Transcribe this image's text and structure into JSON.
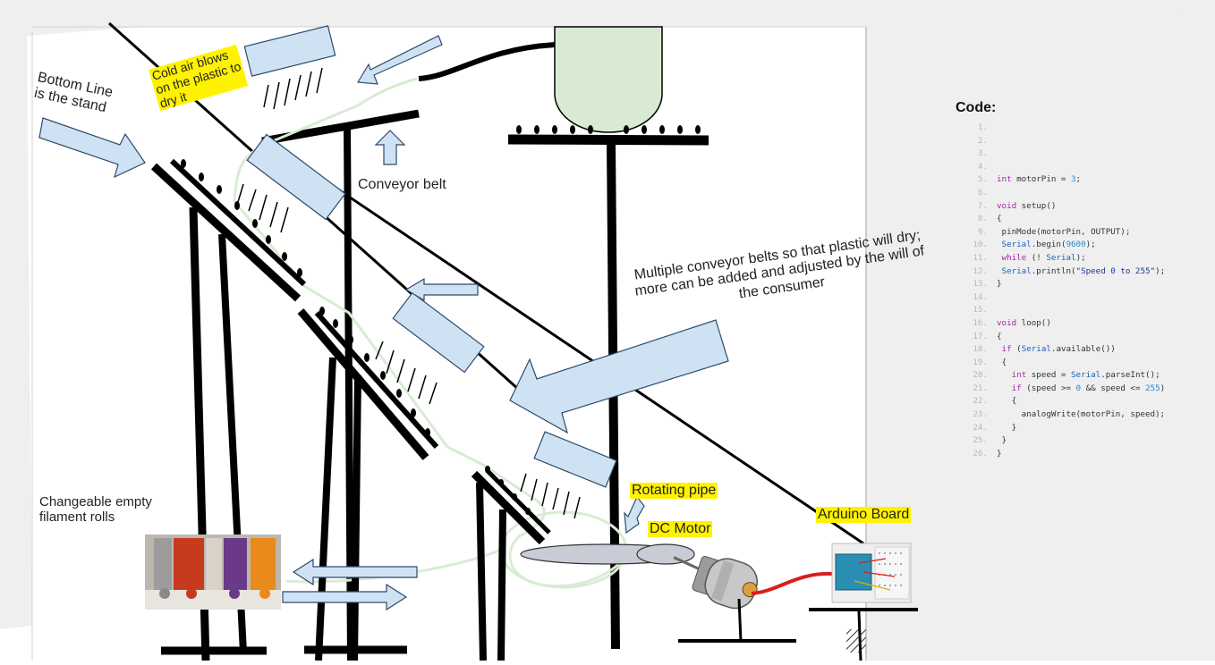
{
  "labels": {
    "bottom_line": "Bottom Line\nis the stand",
    "cold_air": "Cold air blows\non the plastic to\ndry it",
    "conveyor_belt": "Conveyor belt",
    "multiple_belts": "Multiple conveyor belts so that plastic will dry;\nmore can be added and adjusted by the will of\nthe consumer",
    "rotating_pipe": "Rotating pipe",
    "dc_motor": "DC Motor",
    "arduino_board": "Arduino Board",
    "filament_rolls": "Changeable empty\nfilament rolls"
  },
  "code": {
    "title": "Code:",
    "lines": [
      {
        "n": "1.",
        "t": ""
      },
      {
        "n": "2.",
        "t": ""
      },
      {
        "n": "3.",
        "t": ""
      },
      {
        "n": "4.",
        "t": ""
      },
      {
        "n": "5.",
        "t": "int motorPin = 3;"
      },
      {
        "n": "6.",
        "t": ""
      },
      {
        "n": "7.",
        "t": "void setup()"
      },
      {
        "n": "8.",
        "t": "{"
      },
      {
        "n": "9.",
        "t": " pinMode(motorPin, OUTPUT);"
      },
      {
        "n": "10.",
        "t": " Serial.begin(9600);"
      },
      {
        "n": "11.",
        "t": " while (! Serial);"
      },
      {
        "n": "12.",
        "t": " Serial.println(\"Speed 0 to 255\");"
      },
      {
        "n": "13.",
        "t": "}"
      },
      {
        "n": "14.",
        "t": ""
      },
      {
        "n": "15.",
        "t": ""
      },
      {
        "n": "16.",
        "t": "void loop()"
      },
      {
        "n": "17.",
        "t": "{"
      },
      {
        "n": "18.",
        "t": " if (Serial.available())"
      },
      {
        "n": "19.",
        "t": " {"
      },
      {
        "n": "20.",
        "t": "   int speed = Serial.parseInt();"
      },
      {
        "n": "21.",
        "t": "   if (speed >= 0 && speed <= 255)"
      },
      {
        "n": "22.",
        "t": "   {"
      },
      {
        "n": "23.",
        "t": "     analogWrite(motorPin, speed);"
      },
      {
        "n": "24.",
        "t": "   }"
      },
      {
        "n": "25.",
        "t": " }"
      },
      {
        "n": "26.",
        "t": "}"
      }
    ]
  },
  "colors": {
    "arrow_fill": "#cfe2f3",
    "arrow_stroke": "#2e4a6b",
    "highlight": "#fff200",
    "hopper": "#d9ead3",
    "pipe": "#c9cbd6",
    "panel_grey": "#efefef",
    "filament_path": "#d8ecd4",
    "wire": "#d81e1e"
  },
  "icons": [
    "hopper-icon",
    "dc-motor-icon",
    "arduino-board-icon",
    "filament-rolls-photo"
  ]
}
